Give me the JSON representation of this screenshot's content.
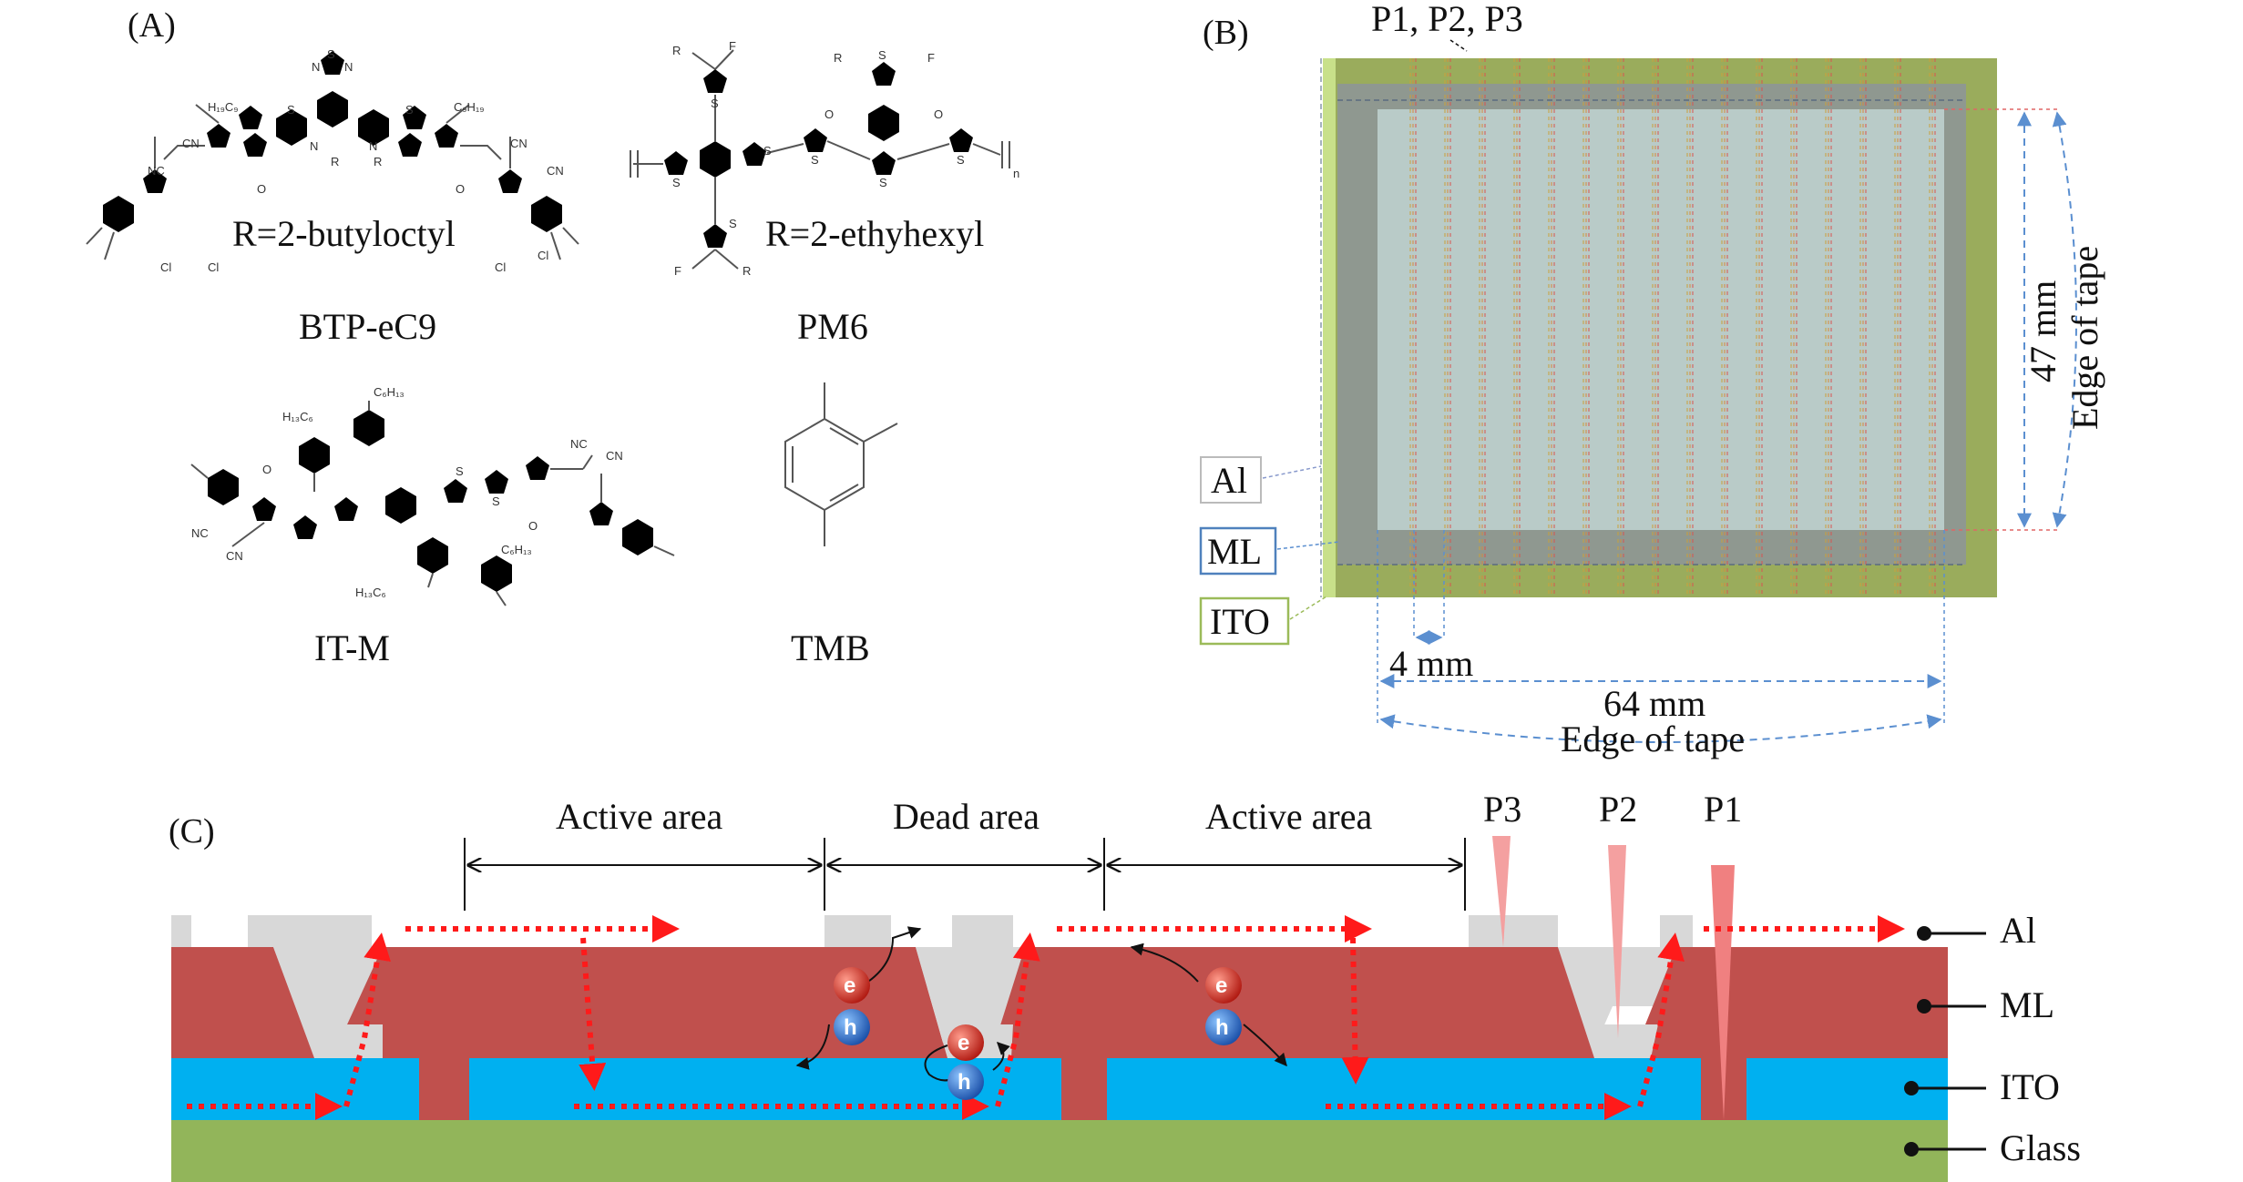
{
  "panels": {
    "a": "(A)",
    "b": "(B)",
    "c": "(C)"
  },
  "molecules": [
    {
      "name": "BTP-eC9",
      "r_group": "R=2-butyloctyl"
    },
    {
      "name": "PM6",
      "r_group": "R=2-ethyhexyl"
    },
    {
      "name": "IT-M"
    },
    {
      "name": "TMB"
    }
  ],
  "chem_text": {
    "c9h19": "C₉H₁₉",
    "nc": "NC",
    "cn": "CN",
    "o": "O",
    "cl": "Cl",
    "s": "S",
    "n": "N",
    "r": "R",
    "f": "F",
    "n_sub": "n",
    "h13c6": "H₁₃C₆",
    "c6h13": "C₆H₁₃",
    "h19c9": "H₁₉C₉"
  },
  "module": {
    "scribe_label": "P1, P2, P3",
    "legend": [
      "Al",
      "ML",
      "ITO"
    ],
    "dim_width": "4 mm",
    "dim_length": "64 mm",
    "dim_height": "47 mm",
    "edge_label": "Edge of tape",
    "colors": {
      "ito": "#9aac5c",
      "ml": "#8f9890",
      "al": "#b9cbc8"
    }
  },
  "cross_section": {
    "areas": [
      "Active area",
      "Dead area",
      "Active area"
    ],
    "scribes": [
      "P3",
      "P2",
      "P1"
    ],
    "layers": [
      "Al",
      "ML",
      "ITO",
      "Glass"
    ],
    "carriers": {
      "electron": "e",
      "hole": "h"
    },
    "colors": {
      "al": "#d8d8d8",
      "ml": "#c0504d",
      "ito": "#00b0f0",
      "glass": "#92b55a",
      "path": "#ff1a1a",
      "laser": "#f4a0a0"
    }
  }
}
